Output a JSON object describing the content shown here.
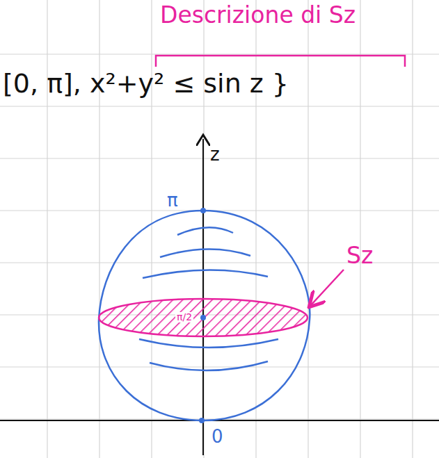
{
  "diagram": {
    "labels": [
      "Descrizione di Sz",
      "[0, π],  x²+y² ≤ sin z }",
      "z",
      "π",
      "π/2",
      "Sz",
      "0"
    ]
  }
}
